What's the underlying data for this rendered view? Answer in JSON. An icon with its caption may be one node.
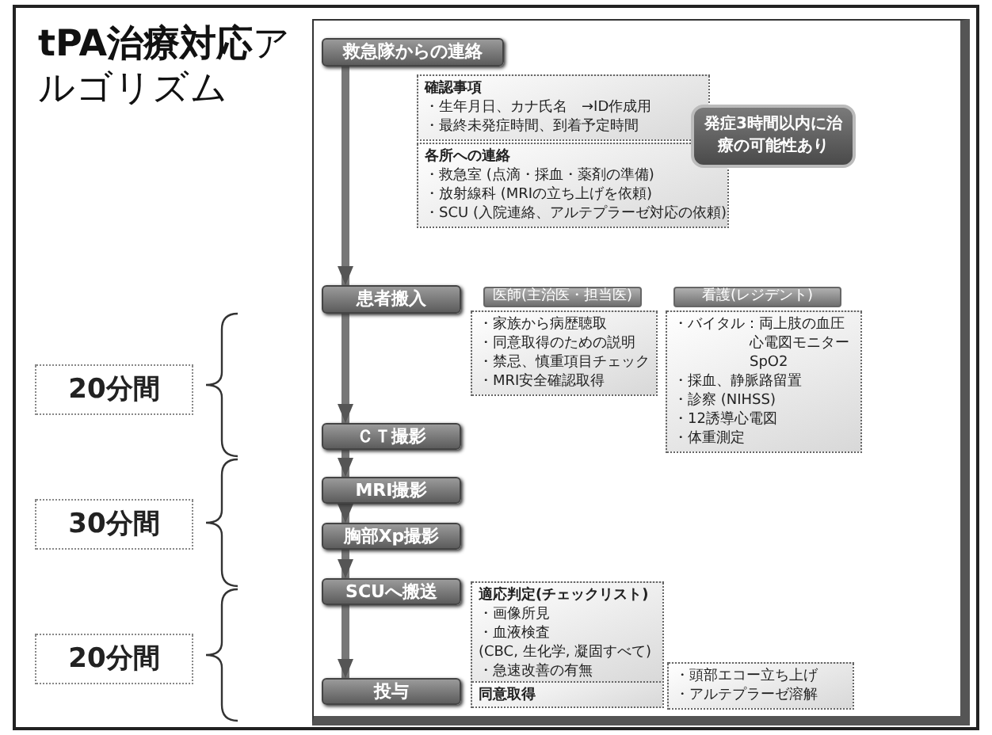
{
  "diagram": {
    "title": "**tPA治療対応**アルゴリズム",
    "nodes": [
      {
        "text": [
          "救急隊からの連絡"
        ]
      },
      {
        "text": [
          "確認事項",
          "・生年月日、カナ氏名　→ID作成用",
          "・最終未発症時間、到着予定時間"
        ]
      },
      {
        "text": [
          "各所への連絡",
          "・救急室 (点滴・採血・薬剤の準備)",
          "・放射線科 (MRIの立ち上げを依頼)",
          "・SCU (入院連絡、アルテプラーゼ対応の依頼)"
        ]
      },
      {
        "text": [
          "発症3時間以内に治療の可能性あり"
        ]
      },
      {
        "text": [
          "患者搬入"
        ]
      },
      {
        "text": [
          "医師(主治医・担当医)"
        ]
      },
      {
        "text": [
          "看護(レジデント)"
        ]
      },
      {
        "text": [
          "・家族から病歴聴取",
          "・同意取得のための説明",
          "・禁忌、慎重項目チェック",
          "・MRI安全確認取得"
        ]
      },
      {
        "text": [
          "・バイタル：両上肢の血圧心電図モニターSpO2",
          "・採血、静脈路留置",
          "・診察 (NIHSS)",
          "・12誘導心電図",
          "・体重測定"
        ]
      },
      {
        "text": [
          "20分間"
        ]
      },
      {
        "text": [
          "ＣＴ撮影"
        ]
      },
      {
        "text": [
          "MRI撮影"
        ]
      },
      {
        "text": [
          "胸部Xp撮影"
        ]
      },
      {
        "text": [
          "30分間"
        ]
      },
      {
        "text": [
          "SCUへ搬送"
        ]
      },
      {
        "text": [
          "適応判定(チェックリスト)",
          "・画像所見",
          "・血液検査",
          "(CBC, 生化学, 凝固すべて)",
          "・急速改善の有無"
        ]
      },
      {
        "text": [
          "20分間"
        ]
      },
      {
        "text": [
          "投与"
        ]
      },
      {
        "text": [
          "同意取得"
        ]
      },
      {
        "text": [
          "・頭部エコー立ち上げ",
          "・アルテプラーゼ溶解"
        ]
      }
    ],
    "edges": [
      {
        "from": 0,
        "to": 4,
        "arrow": "to"
      },
      {
        "from": 4,
        "to": 10,
        "arrow": "to"
      },
      {
        "from": 10,
        "to": 11,
        "arrow": "to"
      },
      {
        "from": 11,
        "to": 12,
        "arrow": "to"
      },
      {
        "from": 12,
        "to": 14,
        "arrow": "to"
      },
      {
        "from": 14,
        "to": 17,
        "arrow": "to"
      }
    ]
  }
}
